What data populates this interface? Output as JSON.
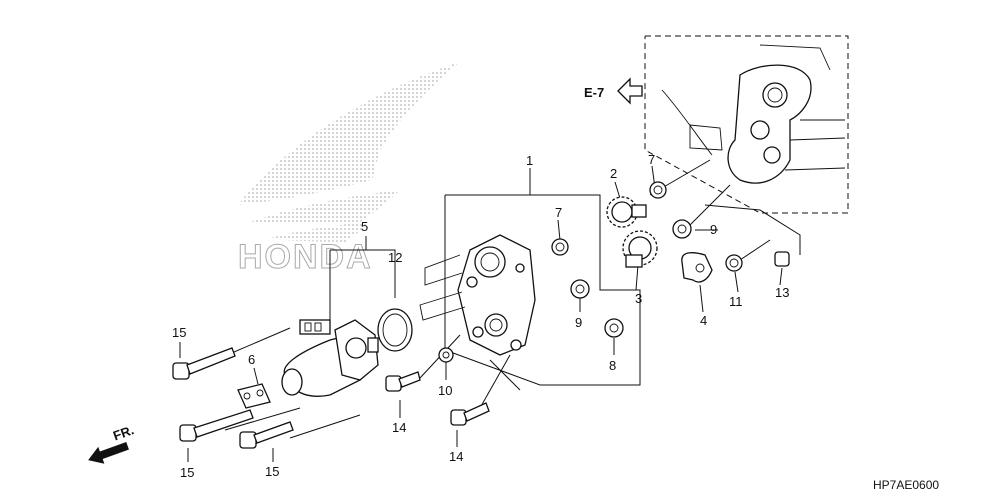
{
  "diagram": {
    "callouts": [
      "1",
      "2",
      "3",
      "4",
      "5",
      "6",
      "7",
      "7",
      "8",
      "9",
      "9",
      "10",
      "11",
      "12",
      "13",
      "14",
      "14",
      "15",
      "15",
      "15"
    ],
    "reference": "E-7",
    "front_label": "FR.",
    "code": "HP7AE0600",
    "watermark": "HONDA"
  }
}
